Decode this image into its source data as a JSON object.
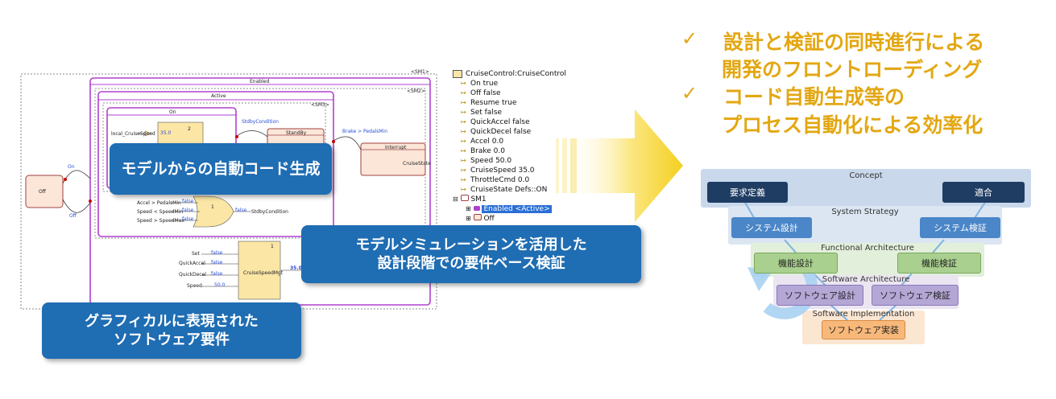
{
  "statechart": {
    "sm1_tag": "<SM1>",
    "sm2_tag": "<SM2>",
    "sm3_tag": "<SM3>",
    "enabled_label": "Enabled",
    "active_label": "Active",
    "on_label": "On",
    "off_label": "Off",
    "standby_label": "StandBy",
    "interrupt_label": "Interrupt",
    "on_transition": "On",
    "off_transition": "Off",
    "local_cruise_speed": "local_CruiseSpeed",
    "val_35": "35.0",
    "stdby_condition": "StdbyCondition",
    "brake_pedal_min": "Brake > PedalsMin",
    "cruise_state": "CruiseState",
    "or_inputs": [
      "Accel > PedalsMin",
      "Speed < SpeedMin",
      "Speed > SpeedMax"
    ],
    "or_values": [
      "false",
      "false",
      "false"
    ],
    "or_output_value": "false",
    "or_output_label": "StdbyCondition",
    "mgt_inputs": [
      "Set",
      "QuickAccel",
      "QuickDecel",
      "Speed"
    ],
    "mgt_values": [
      "false",
      "false",
      "false",
      "50.0"
    ],
    "mgt_label": "CruiseSpeedMgt",
    "mgt_output_value": "35.0",
    "block_num": "1",
    "block_num2": "2"
  },
  "tree": {
    "root": "CruiseControl:CruiseControl",
    "items": [
      "On true",
      "Off false",
      "Resume true",
      "Set false",
      "QuickAccel false",
      "QuickDecel false",
      "Accel 0.0",
      "Brake 0.0",
      "Speed 50.0",
      "CruiseSpeed 35.0",
      "ThrottleCmd 0.0",
      "CruiseState Defs::ON"
    ],
    "sm1": "SM1",
    "enabled_active": "Enabled <Active>",
    "off": "Off"
  },
  "callouts": {
    "auto_code": "モデルからの自動コード生成",
    "simulation_line1": "モデルシミュレーションを活用した",
    "simulation_line2": "設計段階での要件ベース検証",
    "graphical_line1": "グラフィカルに表現された",
    "graphical_line2": "ソフトウェア要件"
  },
  "headline": {
    "check_mark": "✓",
    "line1": "設計と検証の同時進行による",
    "line2": "開発のフロントローディング",
    "line3": "コード自動生成等の",
    "line4": "プロセス自動化による効率化"
  },
  "vmodel": {
    "concept": "Concept",
    "requirements": "要求定義",
    "conformance": "適合",
    "system_strategy": "System Strategy",
    "system_design": "システム設計",
    "system_verification": "システム検証",
    "functional_architecture": "Functional Architecture",
    "function_design": "機能設計",
    "function_verification": "機能検証",
    "software_architecture": "Software Architecture",
    "software_design": "ソフトウェア設計",
    "software_verification": "ソフトウェア検証",
    "software_implementation": "Software Implementation",
    "software_impl_box": "ソフトウェア実装"
  },
  "colors": {
    "callout_blue": "#1f6db3",
    "headline_gold": "#e3a712",
    "state_purple": "#b040d0",
    "concept_dark": "#1f3d63",
    "system_blue": "#4a86c8",
    "function_green": "#a9d08e",
    "software_purple": "#b4a7d6",
    "impl_orange": "#f8b87a"
  }
}
